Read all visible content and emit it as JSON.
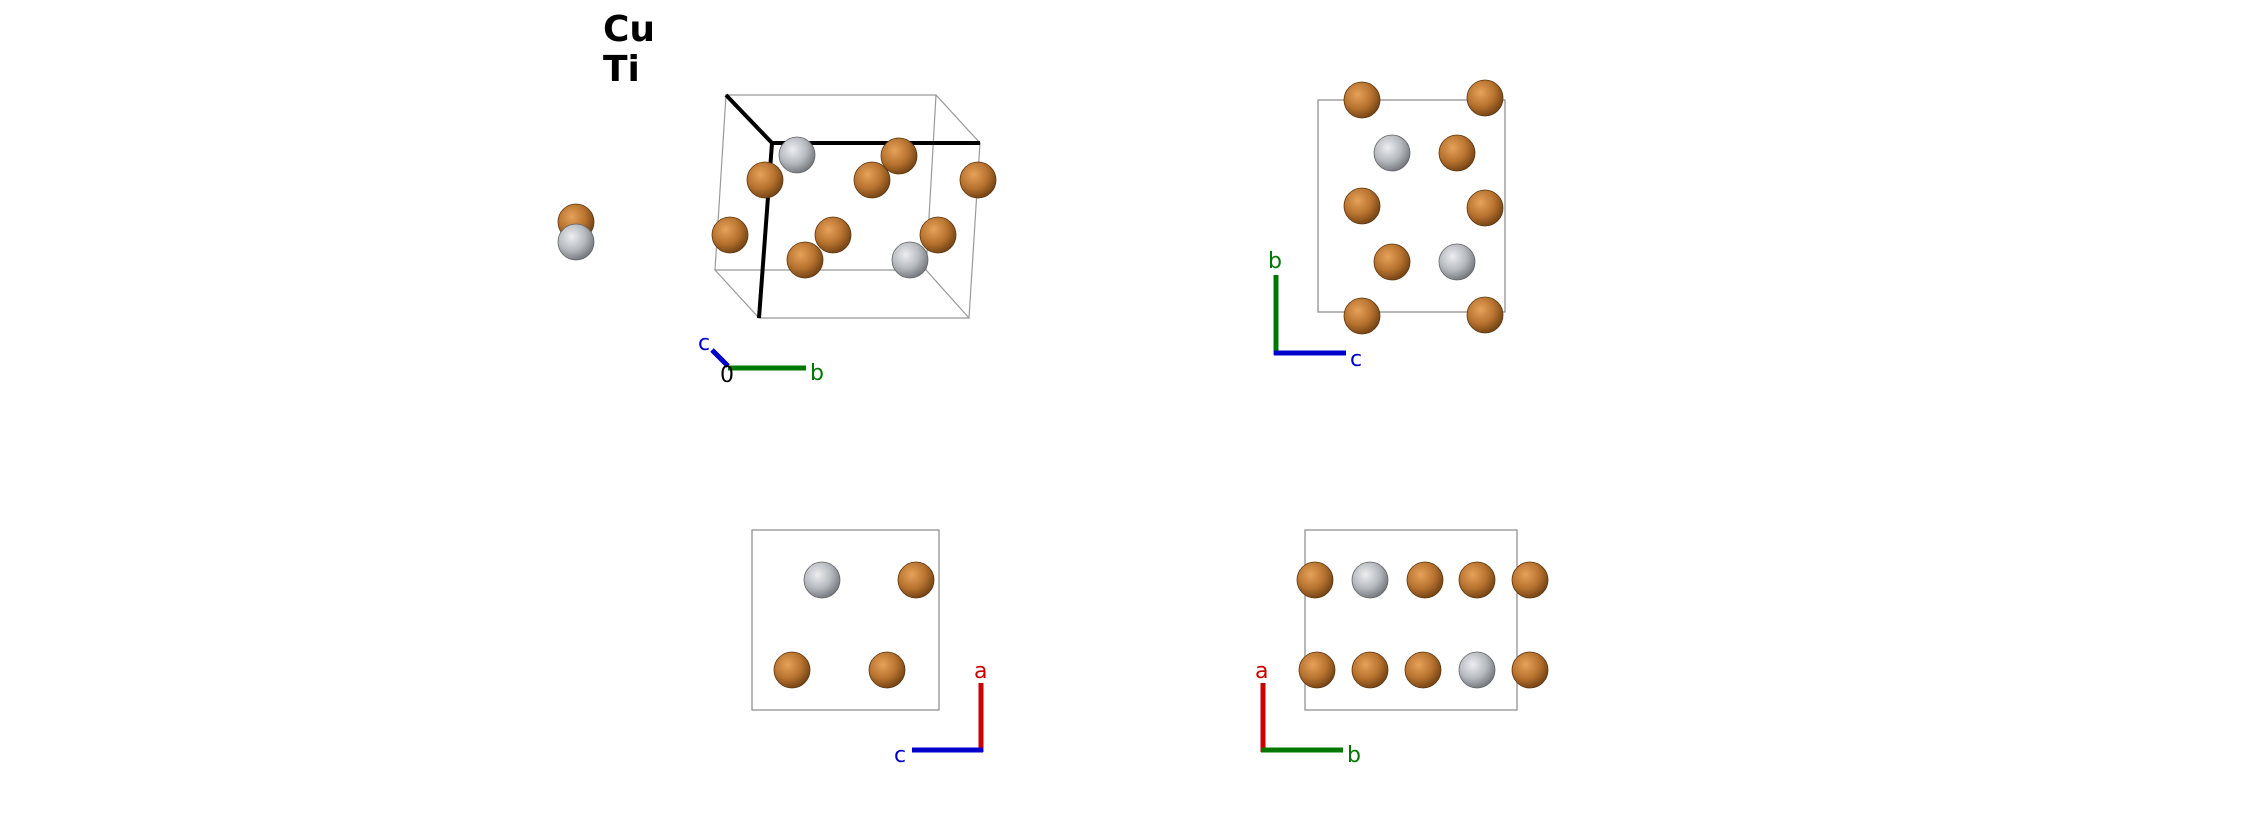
{
  "legend": {
    "items": [
      {
        "element": "Cu",
        "color": "#b87333"
      },
      {
        "element": "Ti",
        "color": "#bfc2c7"
      }
    ]
  },
  "axis_colors": {
    "a": "#cc0000",
    "b": "#007700",
    "c": "#0000cc",
    "origin": "#000000"
  },
  "panels": {
    "perspective": {
      "axis_labels": {
        "c": "c",
        "b": "b",
        "origin": "0"
      }
    },
    "view_a": {
      "axis_labels": {
        "b": "b",
        "c": "c"
      }
    },
    "view_b": {
      "axis_labels": {
        "a": "a",
        "c": "c"
      }
    },
    "view_c": {
      "axis_labels": {
        "a": "a",
        "b": "b"
      }
    }
  }
}
